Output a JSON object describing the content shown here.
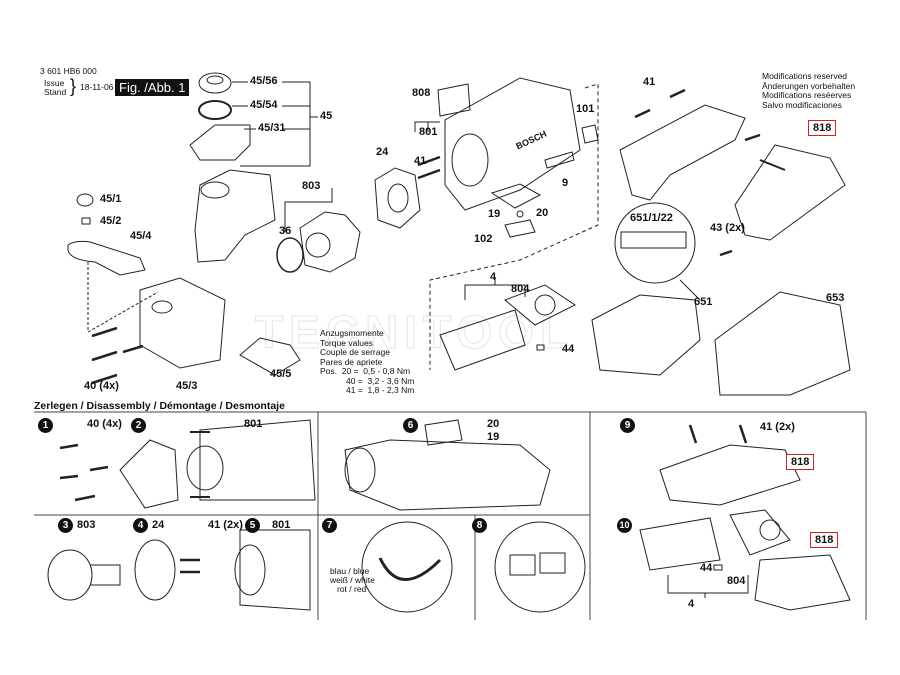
{
  "header": {
    "part_number": "3 601 HB6 000",
    "issue_label": "Issue",
    "stand_label": "Stand",
    "issue_date": "18-11-06",
    "figure_label": "Fig. /Abb. 1"
  },
  "modifications_notice": [
    "Modifications reserved",
    "Änderungen vorbehalten",
    "Modifications reséerves",
    "Salvo modificaciones"
  ],
  "torque_values": {
    "titles": [
      "Anzugsmomente",
      "Torque values",
      "Couple de serrage",
      "Pares de apriete"
    ],
    "pos_label": "Pos.",
    "rows": [
      {
        "pos": "20",
        "value": "0,5 - 0,8 Nm"
      },
      {
        "pos": "40",
        "value": "3,2 - 3,6 Nm"
      },
      {
        "pos": "41",
        "value": "1,8 - 2,3 Nm"
      }
    ]
  },
  "watermark": "TECNITOOL",
  "exploded_view": {
    "part_labels": {
      "p45_56": "45/56",
      "p45_54": "45/54",
      "p45_31": "45/31",
      "p45": "45",
      "p45_1": "45/1",
      "p45_2": "45/2",
      "p45_4": "45/4",
      "p45_3": "45/3",
      "p45_5": "45/5",
      "p40": "40 (4x)",
      "p36": "36",
      "p803": "803",
      "p24": "24",
      "p808": "808",
      "p801": "801",
      "p41a": "41",
      "p19": "19",
      "p20": "20",
      "p102": "102",
      "p9": "9",
      "p101": "101",
      "p41b": "41",
      "p818": "818",
      "p43": "43 (2x)",
      "p651_1_22": "651/1/22",
      "p4": "4",
      "p804": "804",
      "p44": "44",
      "p651": "651",
      "p653": "653",
      "brand": "BOSCH"
    }
  },
  "disassembly": {
    "title": "Zerlegen / Disassembly / Démontage / Desmontaje",
    "steps": [
      {
        "num": "1",
        "labels": [
          "40 (4x)"
        ]
      },
      {
        "num": "2",
        "labels": [
          "801"
        ]
      },
      {
        "num": "3",
        "labels": [
          "803"
        ]
      },
      {
        "num": "4",
        "labels": [
          "24"
        ]
      },
      {
        "num": "5",
        "labels": [
          "41 (2x)",
          "801"
        ]
      },
      {
        "num": "6",
        "labels": [
          "20",
          "19"
        ]
      },
      {
        "num": "7",
        "labels": [
          "blau / blue",
          "weiß / white",
          "rot / red"
        ]
      },
      {
        "num": "8",
        "labels": []
      },
      {
        "num": "9",
        "labels": [
          "41 (2x)",
          "818"
        ]
      },
      {
        "num": "10",
        "labels": [
          "818",
          "44",
          "804",
          "4"
        ]
      }
    ]
  },
  "colors": {
    "highlight_box": "#d42020",
    "ink": "#111111"
  }
}
